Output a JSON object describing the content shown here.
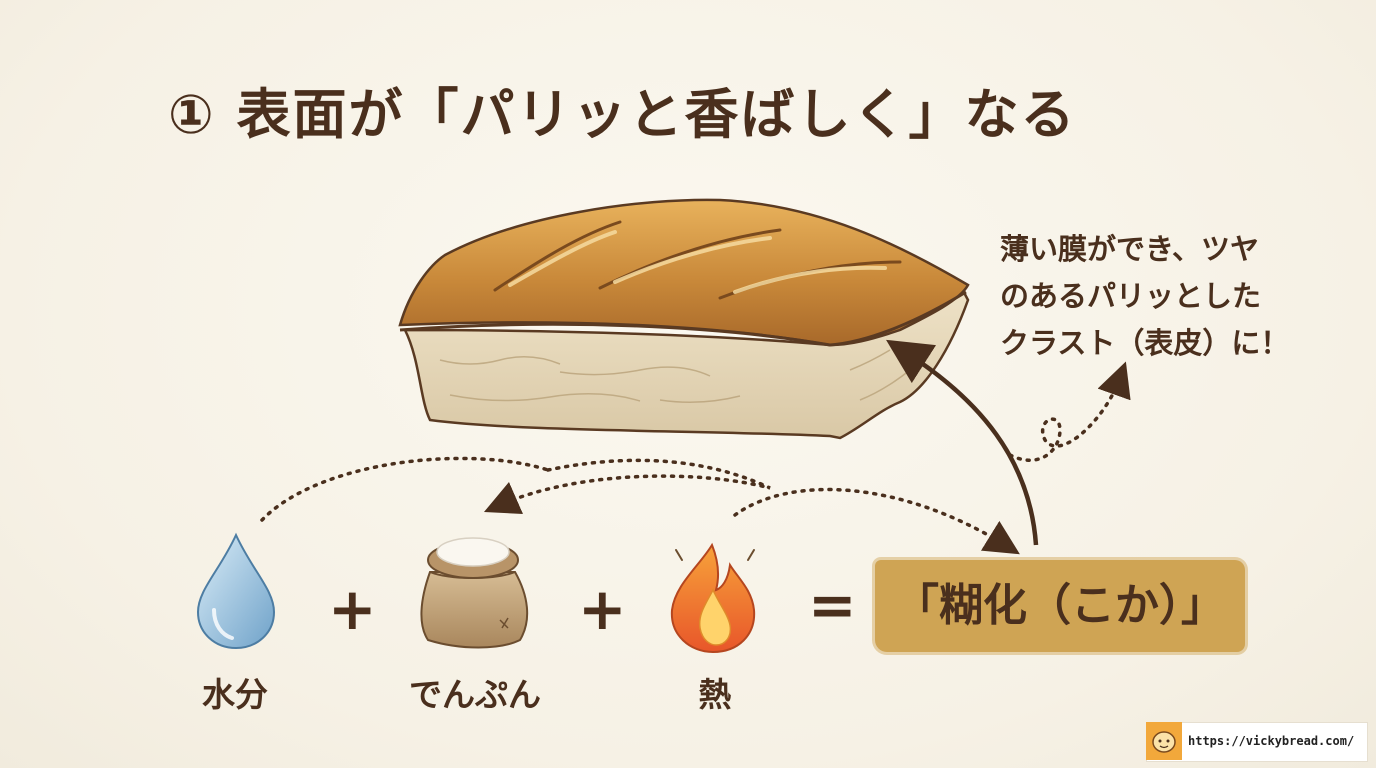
{
  "title": "① 表面が「パリッと香ばしく」なる",
  "note": "薄い膜ができ、ツヤ\nのあるパリッとした\nクラスト（表皮）に！",
  "ingredients": [
    {
      "label": "水分",
      "icon": "water-drop-icon"
    },
    {
      "label": "でんぷん",
      "icon": "flour-sack-icon"
    },
    {
      "label": "熱",
      "icon": "fire-icon"
    }
  ],
  "operators": {
    "plus": "+",
    "equals": "="
  },
  "result": "「糊化（こか）」",
  "footer": {
    "url": "https://vickybread.com/",
    "logo_icon": "bread-logo-icon"
  },
  "colors": {
    "text": "#4a2f1d",
    "result_highlight": "#cfa454",
    "crust": "#c9893a",
    "water": "#8fb8d8",
    "fire": "#f08a2a"
  }
}
